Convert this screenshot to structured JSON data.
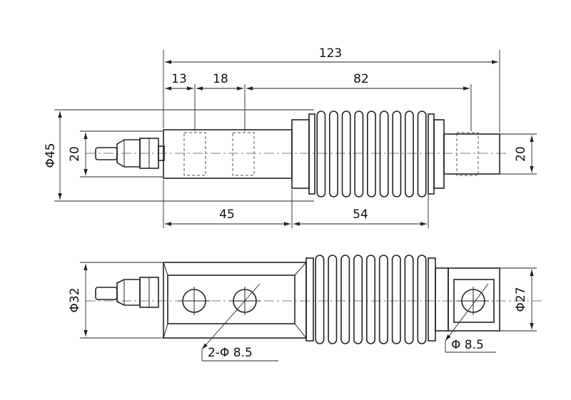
{
  "dimensions": {
    "overall_length": "123",
    "seg_13": "13",
    "seg_18": "18",
    "seg_82": "82",
    "seg_45": "45",
    "seg_54": "54",
    "dia_45": "Φ45",
    "height_20_left": "20",
    "height_20_right": "20",
    "dia_32": "Φ32",
    "dia_27": "Φ27",
    "holes_2x": "2-Φ 8.5",
    "hole_single": "Φ 8.5"
  }
}
